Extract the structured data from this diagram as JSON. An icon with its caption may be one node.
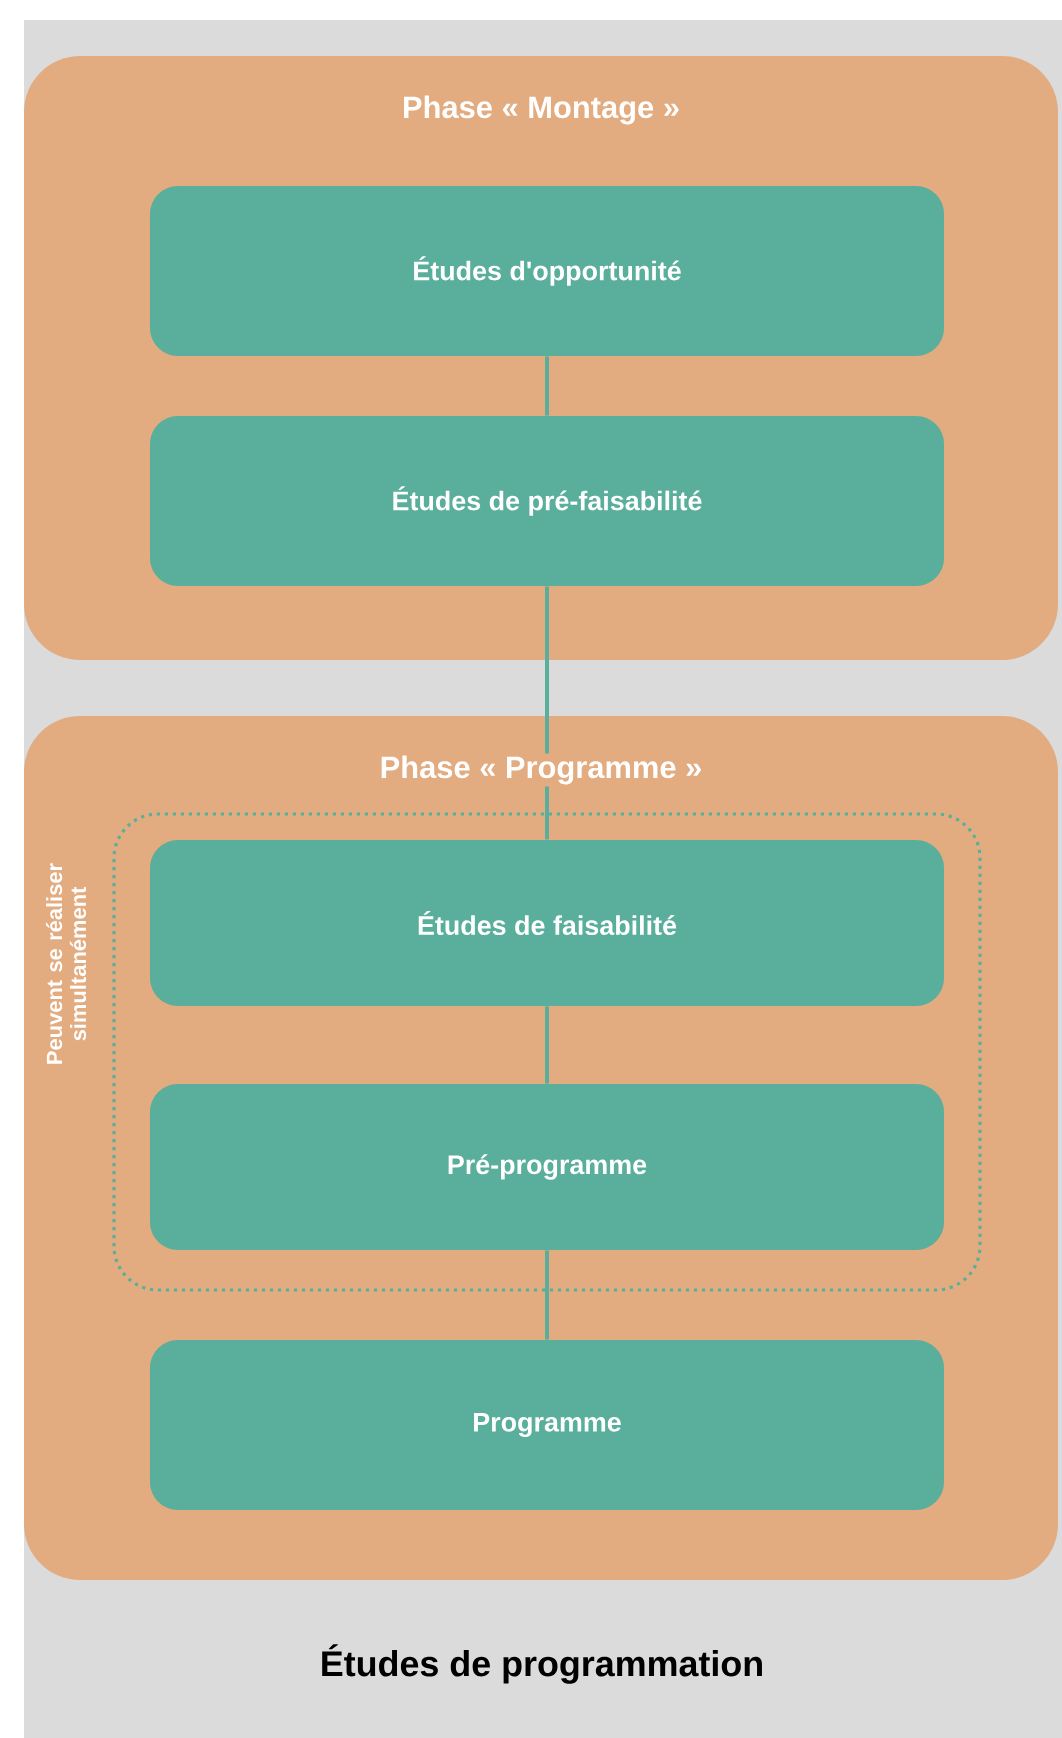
{
  "diagram": {
    "title": "Études de programmation",
    "nodes": [
      {
        "text": [
          "Phase « Montage »"
        ]
      },
      {
        "text": [
          "Études d'opportunité"
        ],
        "in": 0
      },
      {
        "text": [
          "Études de pré-faisabilité"
        ],
        "in": 0
      },
      {
        "text": [
          "Phase « Programme »"
        ]
      },
      {
        "text": [
          "Peuvent se réaliser simultanément"
        ],
        "in": 3
      },
      {
        "text": [
          "Études de faisabilité"
        ],
        "in": 4
      },
      {
        "text": [
          "Pré-programme"
        ],
        "in": 4
      },
      {
        "text": [
          "Programme"
        ],
        "in": 3
      }
    ],
    "edges": [
      {
        "from": 1,
        "to": 2,
        "arrow": "none"
      },
      {
        "from": 2,
        "to": 5,
        "arrow": "none"
      },
      {
        "from": 5,
        "to": 6,
        "arrow": "none"
      },
      {
        "from": 6,
        "to": 7,
        "arrow": "none"
      }
    ]
  }
}
